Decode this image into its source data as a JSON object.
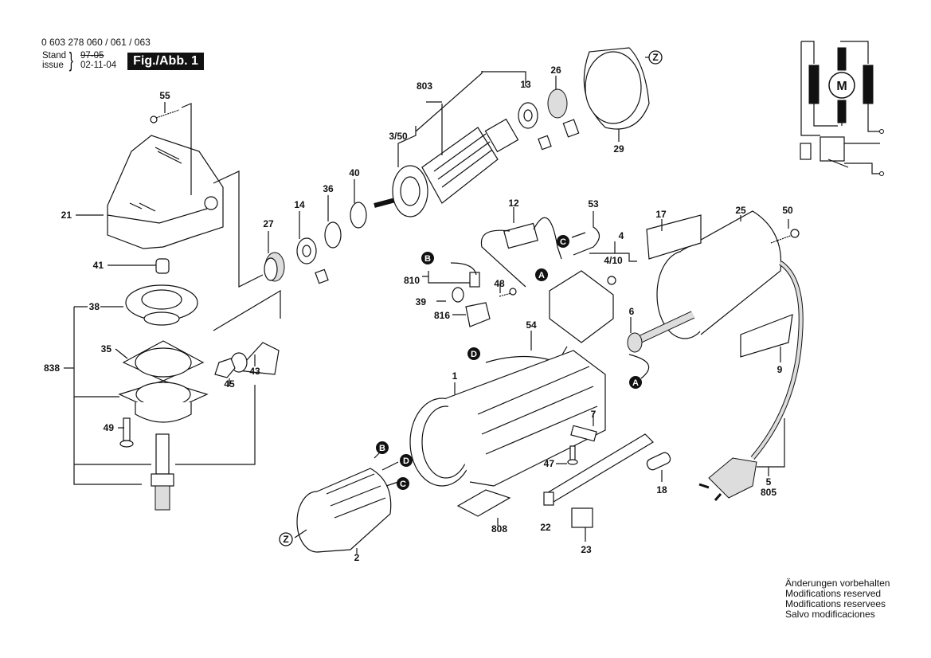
{
  "header": {
    "part_numbers": "0 603 278 060 / 061 / 063",
    "stand_label": "Stand",
    "issue_label": "issue",
    "stand_date_struck": "97-05",
    "issue_date": "02-11-04",
    "figure_label": "Fig./Abb. 1"
  },
  "footer_notes": [
    "Änderungen vorbehalten",
    "Modifications reserved",
    "Modifications reservees",
    "Salvo modificaciones"
  ],
  "schematic": {
    "motor_label": "M"
  },
  "part_labels": {
    "p55": "55",
    "p21": "21",
    "p41": "41",
    "p38": "38",
    "p35": "35",
    "p838": "838",
    "p49": "49",
    "p27": "27",
    "p14": "14",
    "p36": "36",
    "p40": "40",
    "p45": "45",
    "p43": "43",
    "p803": "803",
    "p350": "3/50",
    "p13": "13",
    "p26": "26",
    "p29": "29",
    "p12": "12",
    "p53": "53",
    "p4": "4",
    "p410": "4/10",
    "p810": "810",
    "p48": "48",
    "p39": "39",
    "p816": "816",
    "p54": "54",
    "p6": "6",
    "p17": "17",
    "p25": "25",
    "p50": "50",
    "p9": "9",
    "p1": "1",
    "p7": "7",
    "p47": "47",
    "p18": "18",
    "p22": "22",
    "p23": "23",
    "p808": "808",
    "p2": "2",
    "p5": "5",
    "p805": "805"
  },
  "connectors": {
    "A": "A",
    "B": "B",
    "C": "C",
    "D": "D",
    "Z": "Z"
  }
}
